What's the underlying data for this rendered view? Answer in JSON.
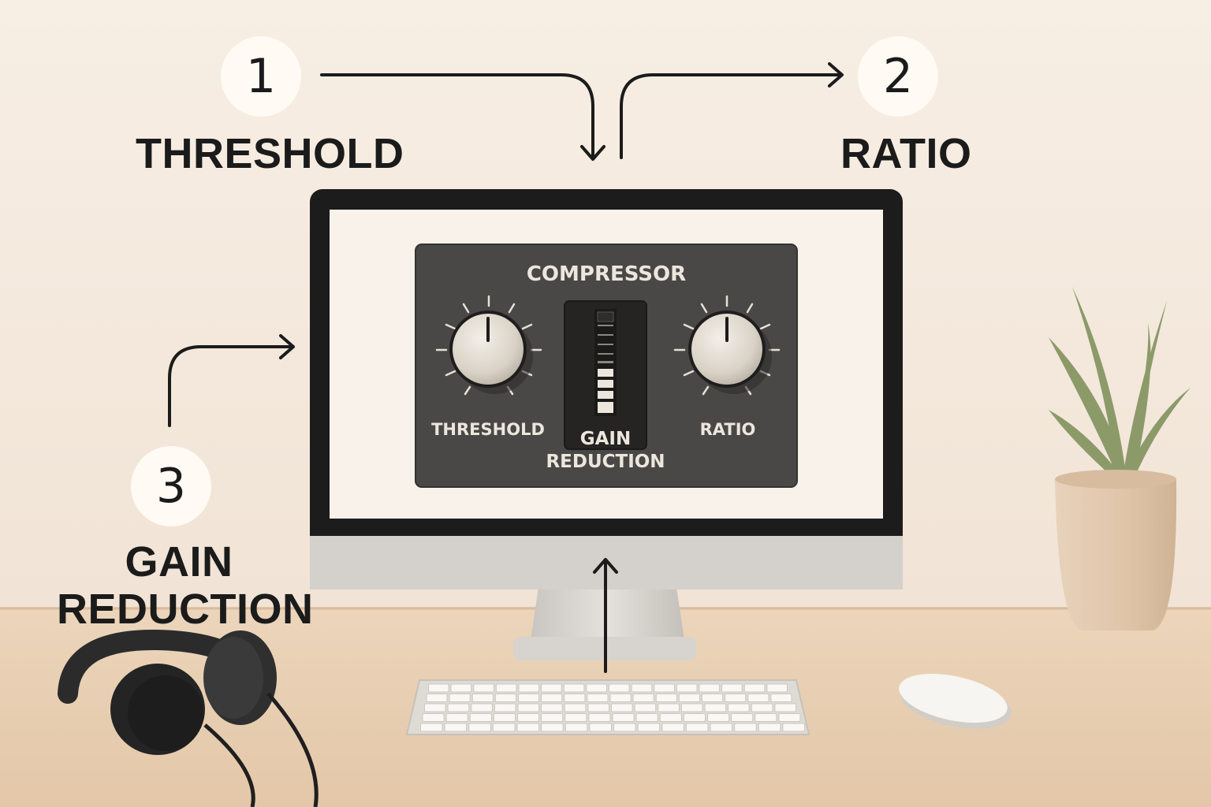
{
  "callouts": [
    {
      "number": "1",
      "label": "THRESHOLD"
    },
    {
      "number": "2",
      "label": "RATIO"
    },
    {
      "number": "3",
      "label_line1": "GAIN",
      "label_line2": "REDUCTION"
    }
  ],
  "compressor": {
    "title": "COMPRESSOR",
    "threshold_label": "THRESHOLD",
    "ratio_label": "RATIO",
    "meter_label_line1": "GAIN",
    "meter_label_line2": "REDUCTION"
  },
  "colors": {
    "background": "#f5ebe1",
    "desk": "#e8cfb3",
    "panel": "#4a4847",
    "knob": "#ddd6cb",
    "ink": "#1b1b1b"
  },
  "icons": [
    "headphones-icon",
    "keyboard-icon",
    "mouse-icon",
    "plant-icon",
    "monitor-icon"
  ]
}
